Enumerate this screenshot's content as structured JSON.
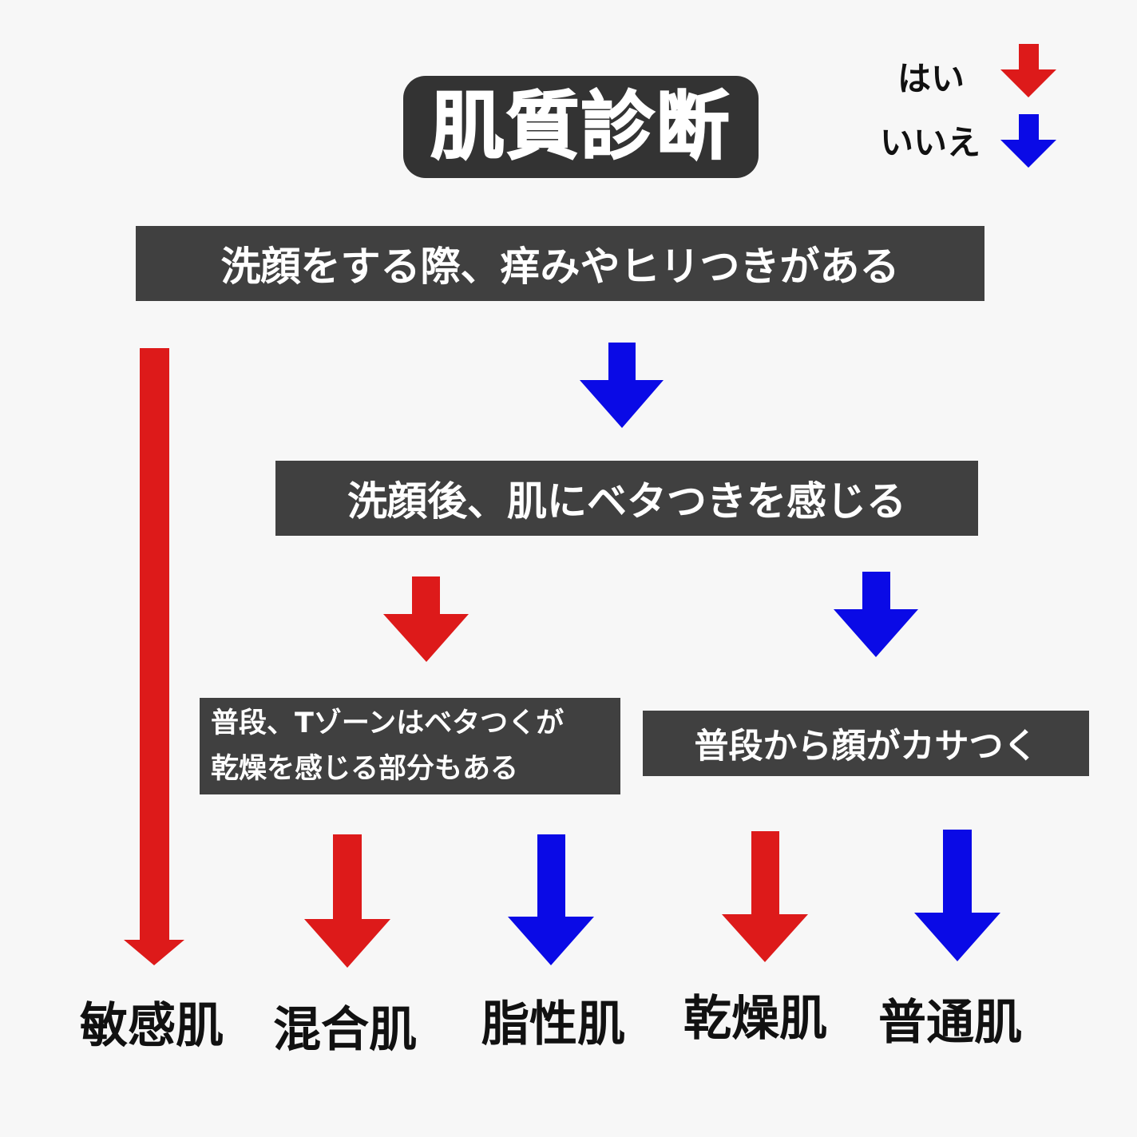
{
  "title": "肌質診断",
  "legend": {
    "yes_label": "はい",
    "no_label": "いいえ"
  },
  "colors": {
    "yes": "#dd1a1a",
    "no": "#0a0ae6",
    "box": "#404040",
    "title_bg": "#333333"
  },
  "questions": {
    "q1": "洗顔をする際、痒みやヒリつきがある",
    "q2": "洗顔後、肌にベタつきを感じる",
    "q3_line1": "普段、Tゾーンはベタつくが",
    "q3_line2": "乾燥を感じる部分もある",
    "q4": "普段から顔がカサつく"
  },
  "results": {
    "sensitive": "敏感肌",
    "combination": "混合肌",
    "oily": "脂性肌",
    "dry": "乾燥肌",
    "normal": "普通肌"
  }
}
